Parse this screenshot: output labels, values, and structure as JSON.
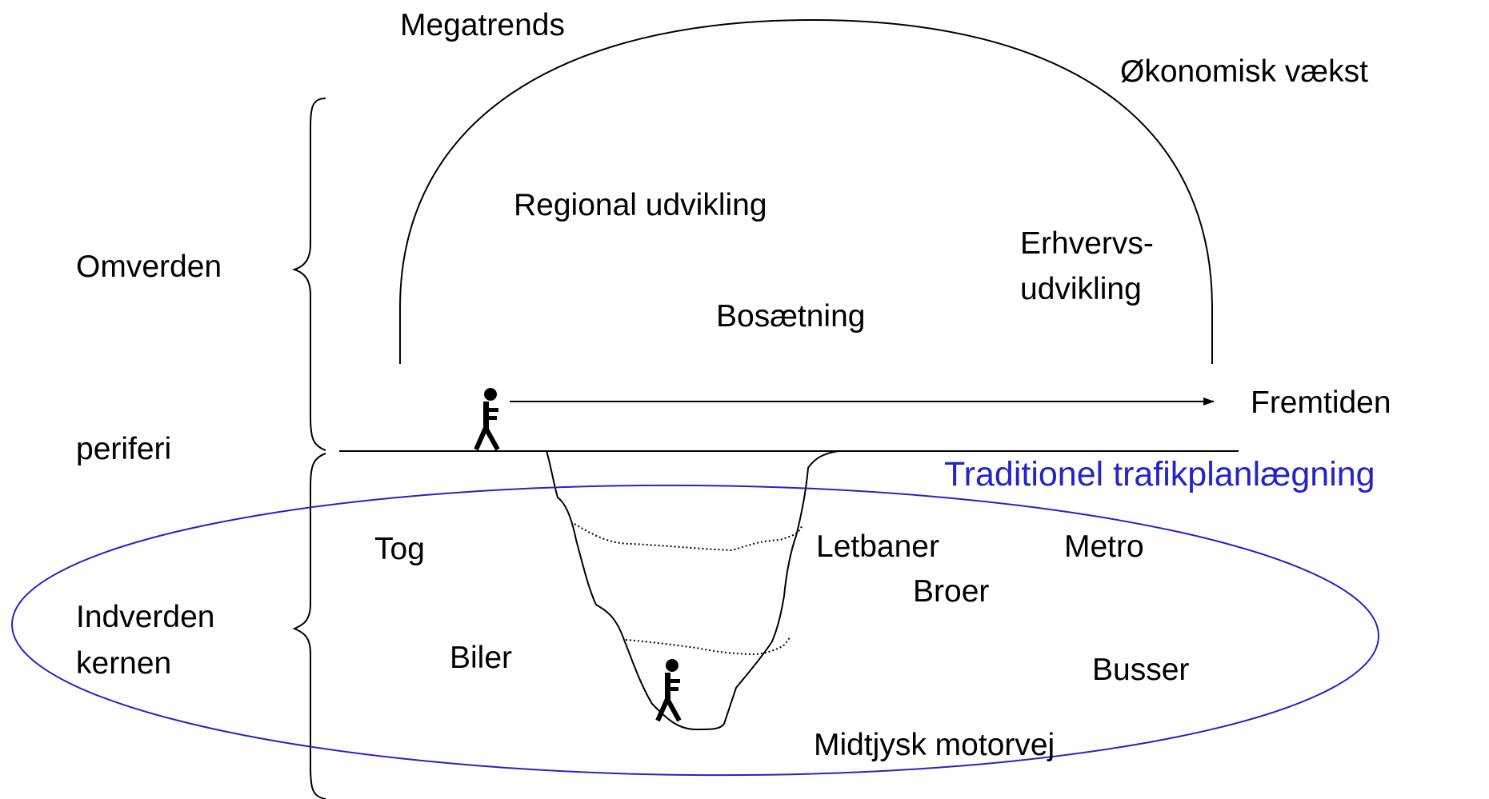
{
  "colors": {
    "ink": "#000000",
    "accent": "#2323c8"
  },
  "icons": [
    "walking-person-icon",
    "walking-person-icon"
  ],
  "labels": {
    "megatrends": "Megatrends",
    "okonomisk_vaekst": "Økonomisk vækst",
    "regional_udvikling": "Regional udvikling",
    "erhvervs_line1": "Erhvervs-",
    "erhvervs_line2": "udvikling",
    "bosaetning": "Bosætning",
    "omverden": "Omverden",
    "fremtiden": "Fremtiden",
    "periferi": "periferi",
    "traditionel": "Traditionel trafikplanlægning",
    "tog": "Tog",
    "letbaner": "Letbaner",
    "metro": "Metro",
    "broer": "Broer",
    "indverden": "Indverden",
    "kernen": "kernen",
    "biler": "Biler",
    "busser": "Busser",
    "midtjysk": "Midtjysk motorvej"
  }
}
